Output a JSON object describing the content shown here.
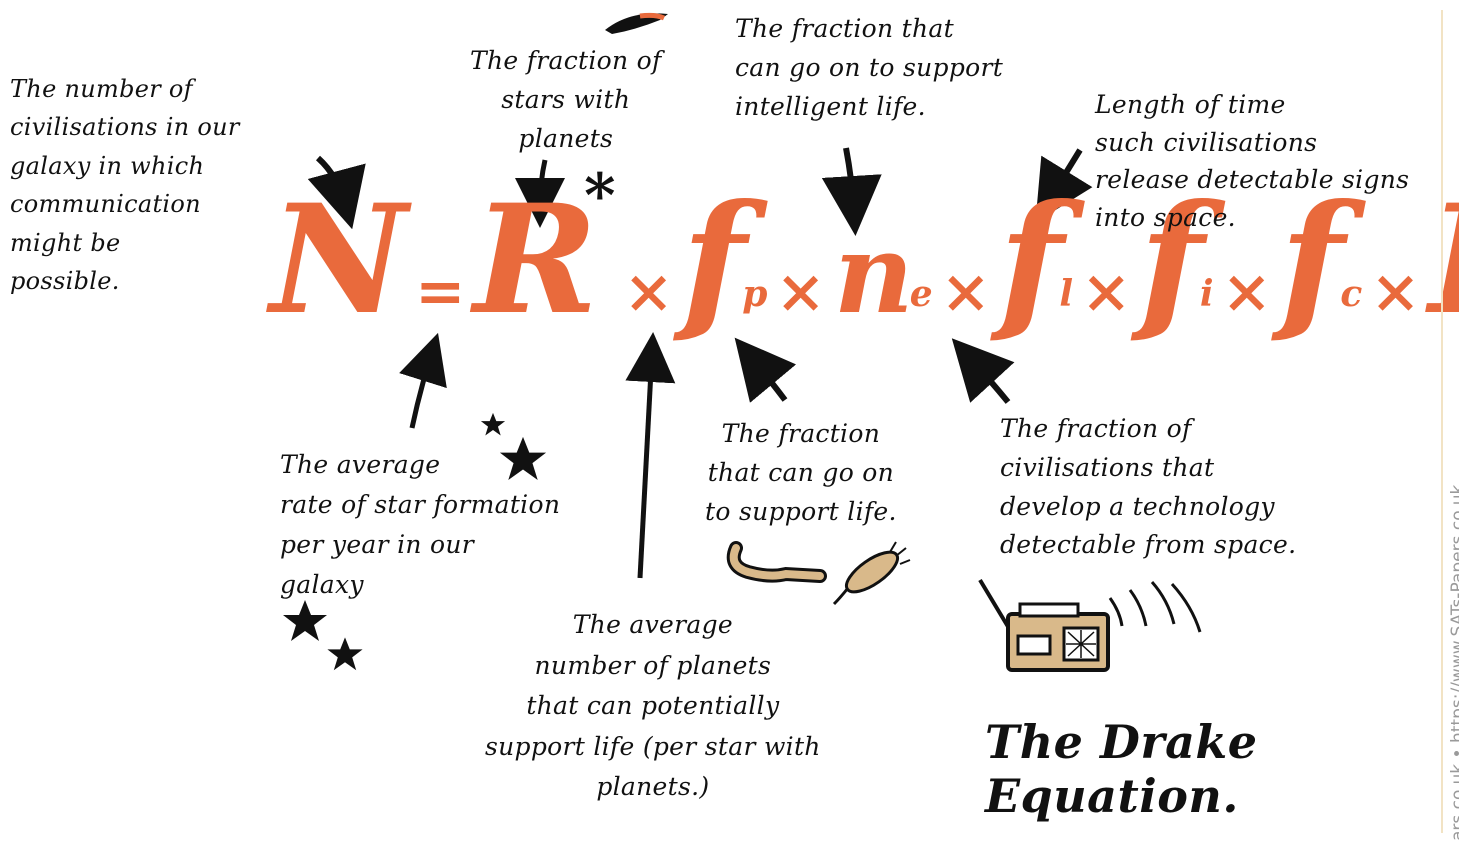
{
  "equation": {
    "N": "N",
    "equals": "=",
    "R": "R",
    "star_sup": "*",
    "times": "×",
    "f": "f",
    "n": "n",
    "sub_p": "p",
    "sub_e": "e",
    "sub_l": "l",
    "sub_i": "i",
    "sub_c": "c",
    "L": "L"
  },
  "notes": {
    "n_civilisations": "The number of\ncivilisations in our\ngalaxy in which\ncommunication\nmight be\npossible.",
    "fp": "The fraction of\nstars with\nplanets",
    "fi": "The fraction that\ncan go on to support\nintelligent life.",
    "L": "Length of time\nsuch civilisations\nrelease detectable signs\ninto space.",
    "R": "The average\nrate of star formation\nper year in our\ngalaxy",
    "ne": "The average\nnumber of planets\nthat can potentially\nsupport life (per star with\nplanets.)",
    "fl": "The fraction\nthat can go on\nto support life.",
    "fc": "The fraction of\ncivilisations that\ndevelop a technology\ndetectable from space."
  },
  "title": "The Drake Equation.",
  "watermark": "ars.co.uk • https://www.SATs-Papers.co.uk",
  "colors": {
    "equation": "#e96a3c",
    "ink": "#111111",
    "radio": "#d9b98a",
    "watermark": "#9a9a9a"
  },
  "icons": [
    "star-icon",
    "radio-icon",
    "worm-icon",
    "bacterium-icon"
  ]
}
